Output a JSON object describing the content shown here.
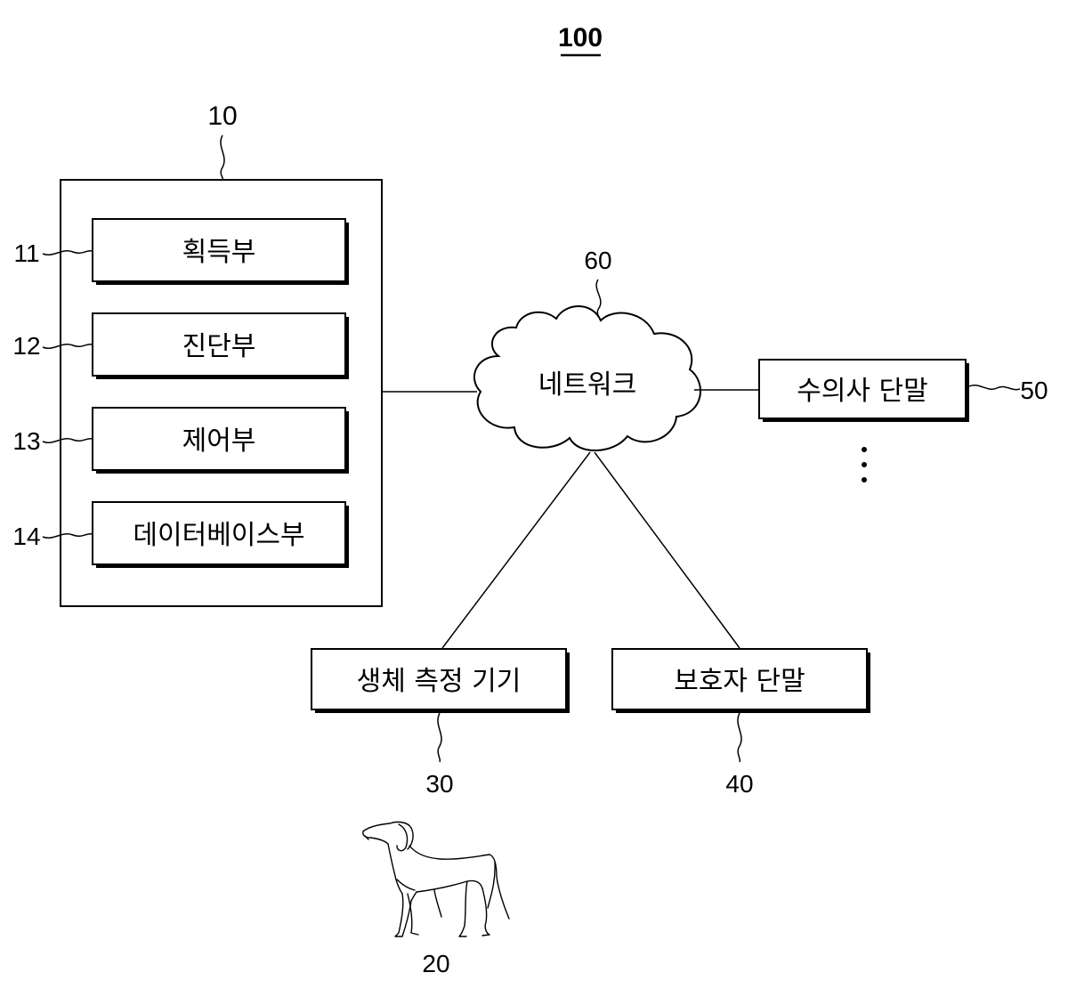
{
  "figure_number": "100",
  "server": {
    "ref": "10",
    "units": [
      {
        "ref": "11",
        "label": "획득부"
      },
      {
        "ref": "12",
        "label": "진단부"
      },
      {
        "ref": "13",
        "label": "제어부"
      },
      {
        "ref": "14",
        "label": "데이터베이스부"
      }
    ]
  },
  "network": {
    "ref": "60",
    "label": "네트워크"
  },
  "vet_terminal": {
    "ref": "50",
    "label": "수의사 단말"
  },
  "biometric_device": {
    "ref": "30",
    "label": "생체 측정 기기"
  },
  "guardian_terminal": {
    "ref": "40",
    "label": "보호자 단말"
  },
  "animal": {
    "ref": "20"
  }
}
